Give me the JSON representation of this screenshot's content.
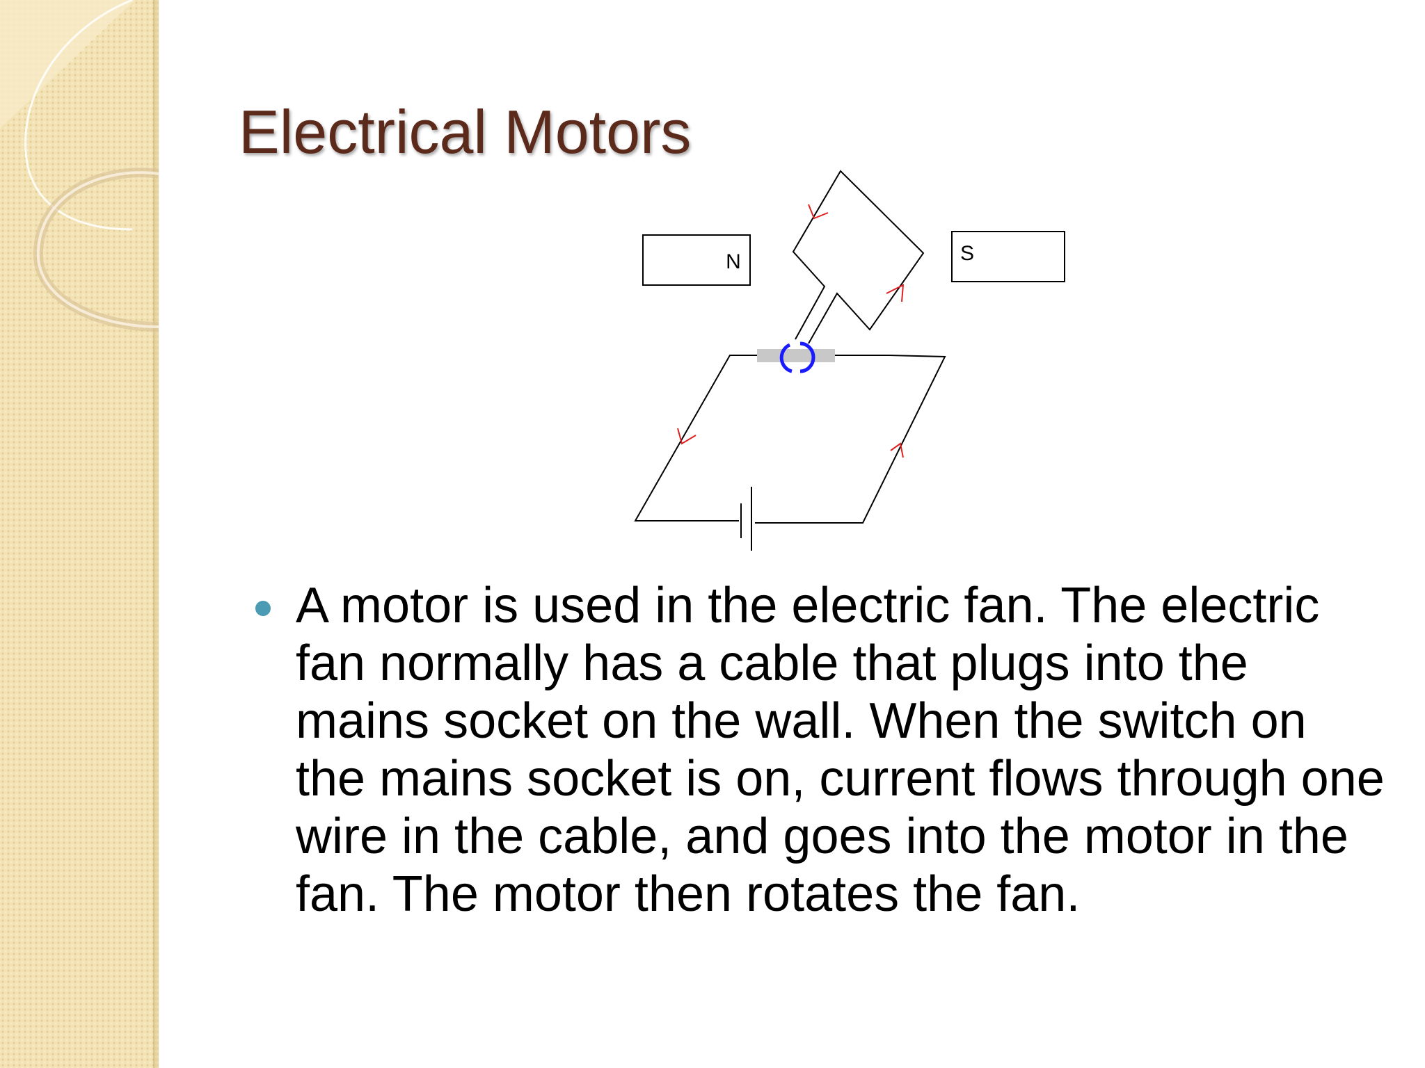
{
  "slide": {
    "title": "Electrical Motors",
    "bullets": [
      "A motor is used in the electric fan. The electric fan normally has a cable that plugs into the mains socket on the wall. When the switch on the mains socket is on, current flows through one wire in the cable, and goes into the motor in the fan. The motor then rotates the fan."
    ]
  },
  "diagram": {
    "magnet_left_label": "N",
    "magnet_right_label": "S",
    "colors": {
      "wire": "#000000",
      "current_arrow": "#e02020",
      "commutator": "#1a1aff",
      "brush": "#c8c8c8",
      "title": "#5c2a1b",
      "bullet": "#4a9bb3"
    }
  }
}
